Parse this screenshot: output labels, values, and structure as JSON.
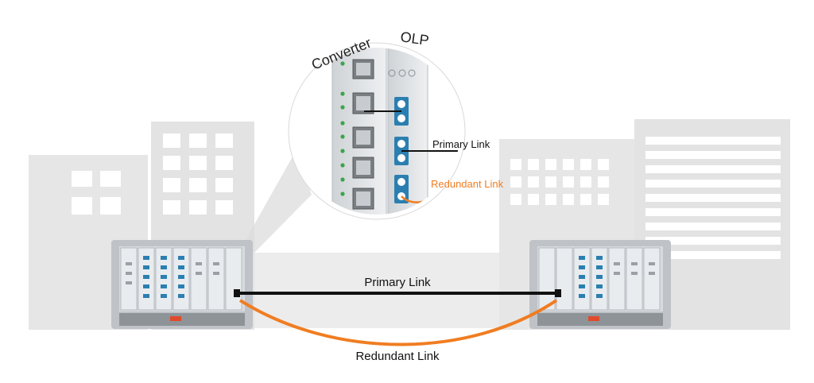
{
  "labels": {
    "converter": "Converter",
    "olp": "OLP",
    "zoom_primary": "Primary Link",
    "zoom_redundant": "Redundant Link",
    "main_primary": "Primary Link",
    "main_redundant": "Redundant Link"
  },
  "colors": {
    "primary_link": "#111111",
    "redundant_link": "#f07d22",
    "building": "#e6e6e6",
    "window": "#ffffff",
    "chassis": "#bfc3c7",
    "card": "#e9ecef",
    "port_blue": "#2b7fb0"
  },
  "icons": [
    "building-icon",
    "chassis-icon",
    "magnifier-icon",
    "port-icon",
    "led-icon"
  ]
}
